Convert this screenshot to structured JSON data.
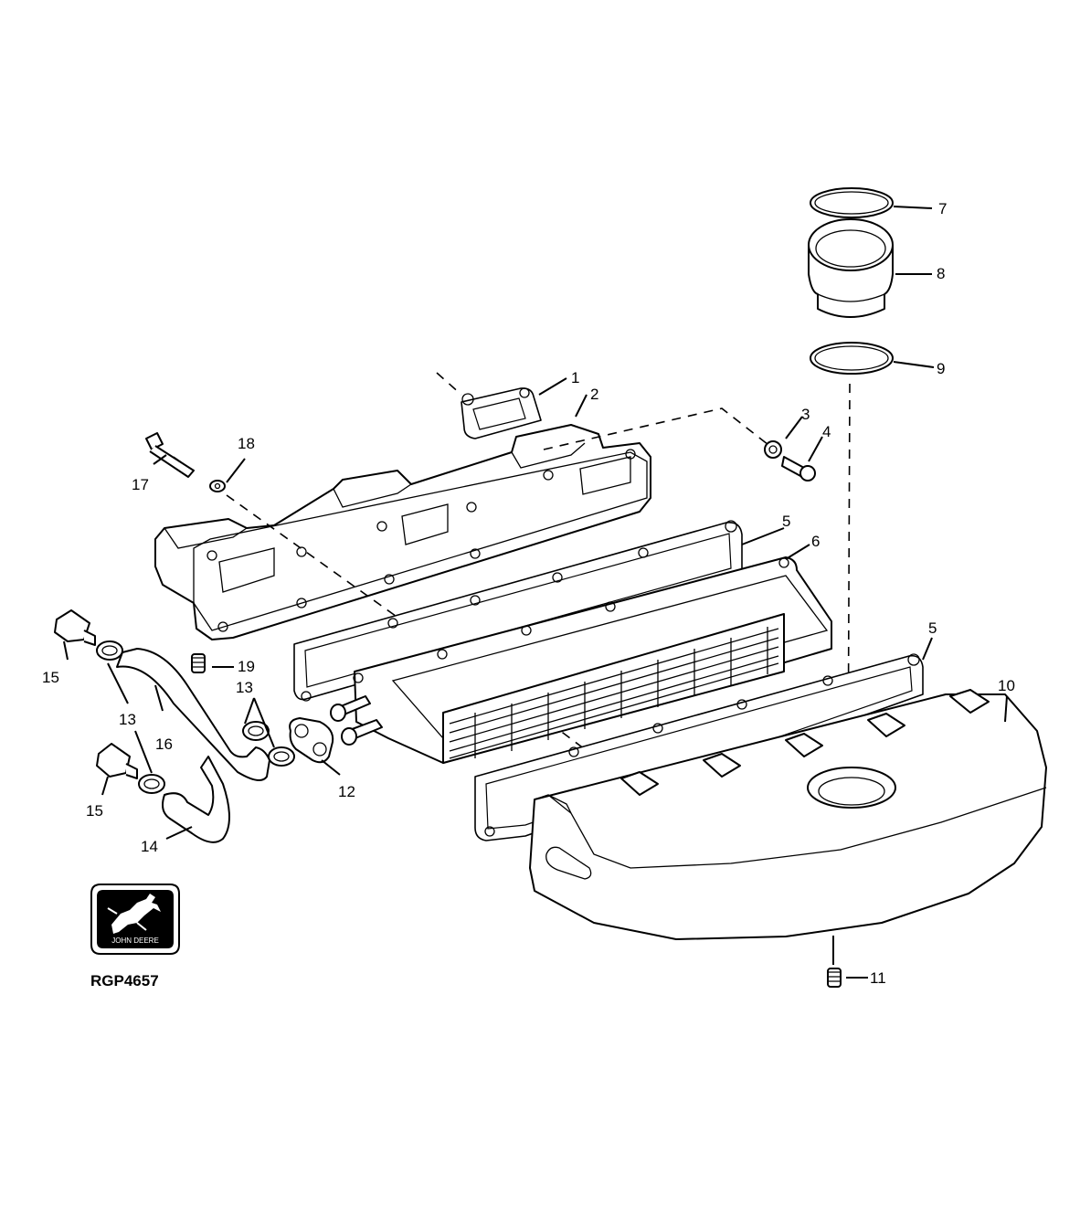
{
  "figure": {
    "id": "RGP4657",
    "logo_text": "JOHN DEERE"
  },
  "callouts": {
    "c1": "1",
    "c2": "2",
    "c3": "3",
    "c4": "4",
    "c5a": "5",
    "c5b": "5",
    "c6": "6",
    "c7": "7",
    "c8": "8",
    "c9": "9",
    "c10": "10",
    "c11": "11",
    "c12": "12",
    "c13a": "13",
    "c13b": "13",
    "c14": "14",
    "c15a": "15",
    "c15b": "15",
    "c16": "16",
    "c17": "17",
    "c18": "18",
    "c19": "19"
  }
}
